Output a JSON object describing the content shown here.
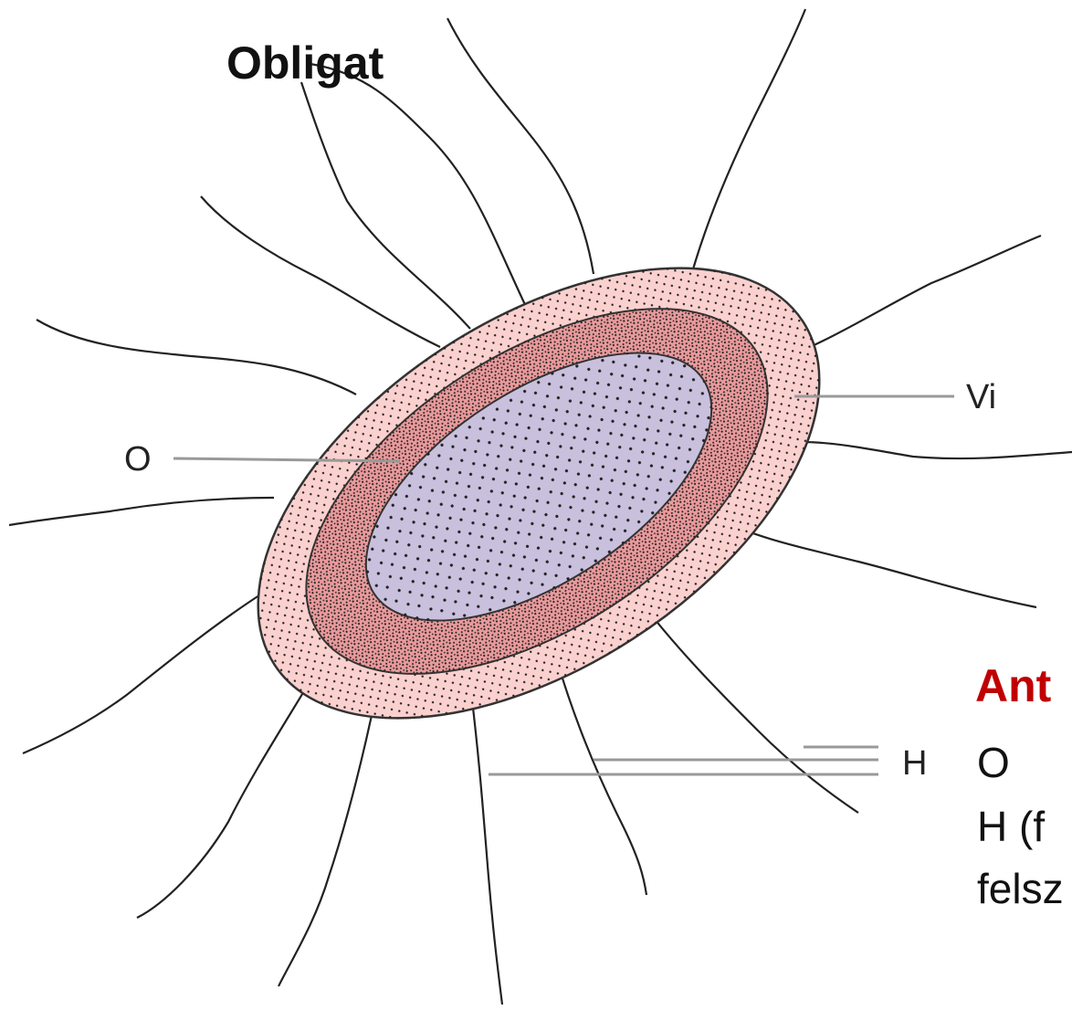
{
  "heading": "Obligat",
  "diagram_labels": {
    "o_antigen": "O",
    "vi_antigen": "Vi",
    "h_antigen": "H"
  },
  "antigen_panel": {
    "title": "Ant",
    "items": [
      "O",
      "H (f",
      "felsz"
    ]
  },
  "colors": {
    "capsule": "#fad1cf",
    "cell_wall": "#e99a9c",
    "cytoplasm": "#c9c0dd",
    "title_accent": "#c00000"
  }
}
